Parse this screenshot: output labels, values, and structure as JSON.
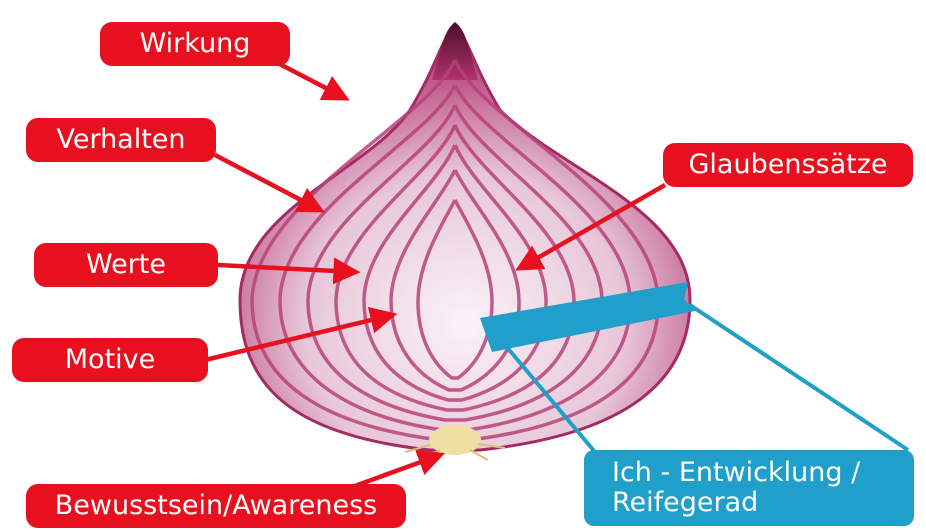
{
  "labels": {
    "wirkung": "Wirkung",
    "verhalten": "Verhalten",
    "werte": "Werte",
    "motive": "Motive",
    "bewusstsein": "Bewusstsein/Awareness",
    "glaubenssaetze": "Glaubenssätze",
    "ich_line1": "Ich - Entwicklung /",
    "ich_line2": "Reifegerad"
  },
  "colors": {
    "label_red": "#e8101f",
    "label_blue": "#1f9fc9",
    "onion_outer": "#b72e6e",
    "onion_inner": "#f3e3ee",
    "arrow_red": "#e8101f"
  },
  "icons": {
    "onion": "onion-cross-section-illustration"
  }
}
